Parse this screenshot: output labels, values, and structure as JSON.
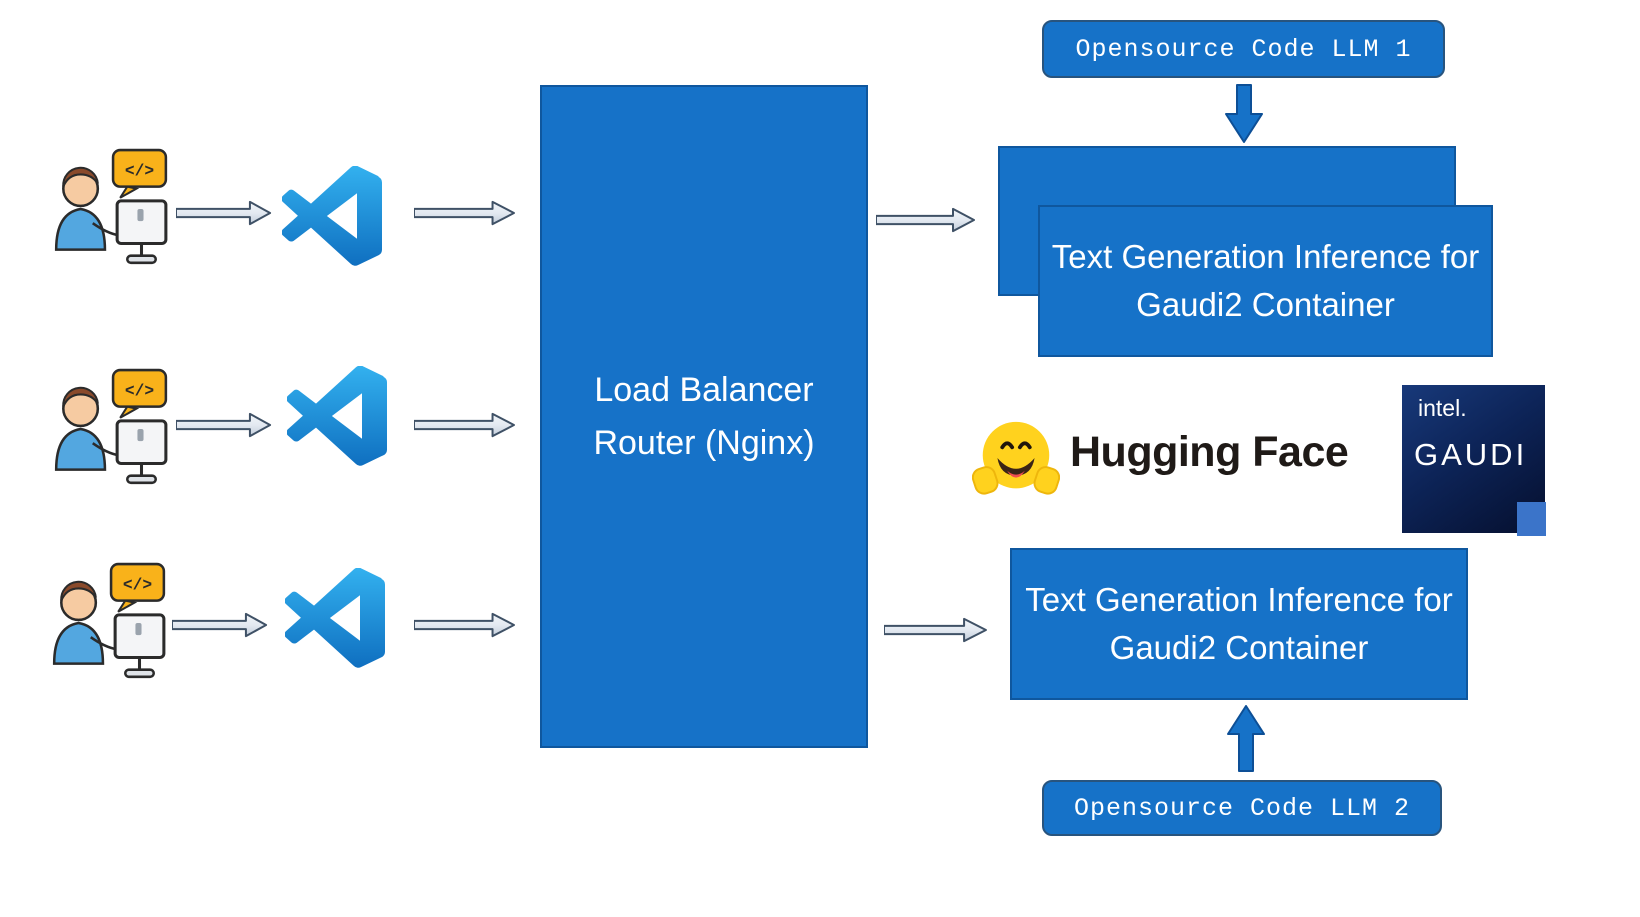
{
  "nodes": {
    "load_balancer_label": "Load Balancer Router (Nginx)",
    "tgi_top_label": "Text Generation Inference for Gaudi2 Container",
    "tgi_bottom_label": "Text Generation Inference for Gaudi2 Container",
    "llm1_label": "Opensource Code LLM 1",
    "llm2_label": "Opensource Code LLM 2"
  },
  "branding": {
    "huggingface_label": "Hugging Face",
    "intel_wordmark": "intel.",
    "gaudi_wordmark": "GAUDI"
  },
  "dev_icon": {
    "code_glyph": "</>"
  },
  "colors": {
    "node_blue": "#1672c8",
    "node_border": "#0f579e",
    "arrow_fill": "#dde4ee",
    "arrow_outline": "#3f5166",
    "vscode_blue": "#1f9cf0",
    "huggingface_yellow": "#ffd21e",
    "intel_navy": "#0d2458",
    "bubble_orange": "#f9b21a"
  }
}
